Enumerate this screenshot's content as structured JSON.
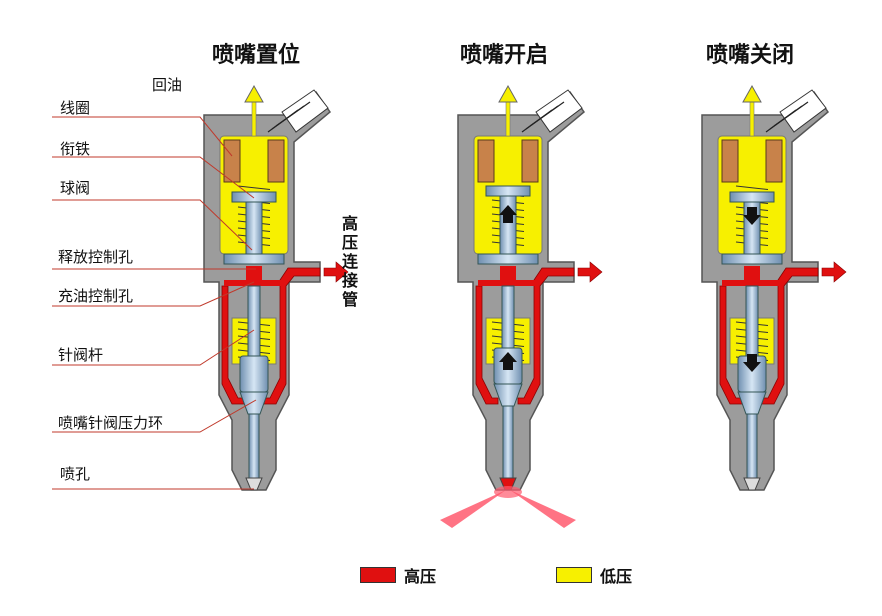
{
  "titles": {
    "reset": "喷嘴置位",
    "open": "喷嘴开启",
    "close": "喷嘴关闭"
  },
  "labels": {
    "return_oil": "回油",
    "coil": "线圈",
    "armature": "衔铁",
    "ball_valve": "球阀",
    "release_orifice": "释放控制孔",
    "fill_orifice": "充油控制孔",
    "needle_rod": "针阀杆",
    "needle_pressure_ring": "喷嘴针阀压力环",
    "nozzle_hole": "喷孔",
    "high_pressure_connection": "高压连接管"
  },
  "legend": {
    "high": {
      "label": "高压",
      "color": "#e01010"
    },
    "low": {
      "label": "低压",
      "color": "#f7f000"
    }
  },
  "colors": {
    "housing": "#9c9c9c",
    "housing_edge": "#555555",
    "steel": "#a9c4dc",
    "coil": "#c8824a",
    "leader": "#c0392b",
    "spray": "#ff5a6e"
  }
}
